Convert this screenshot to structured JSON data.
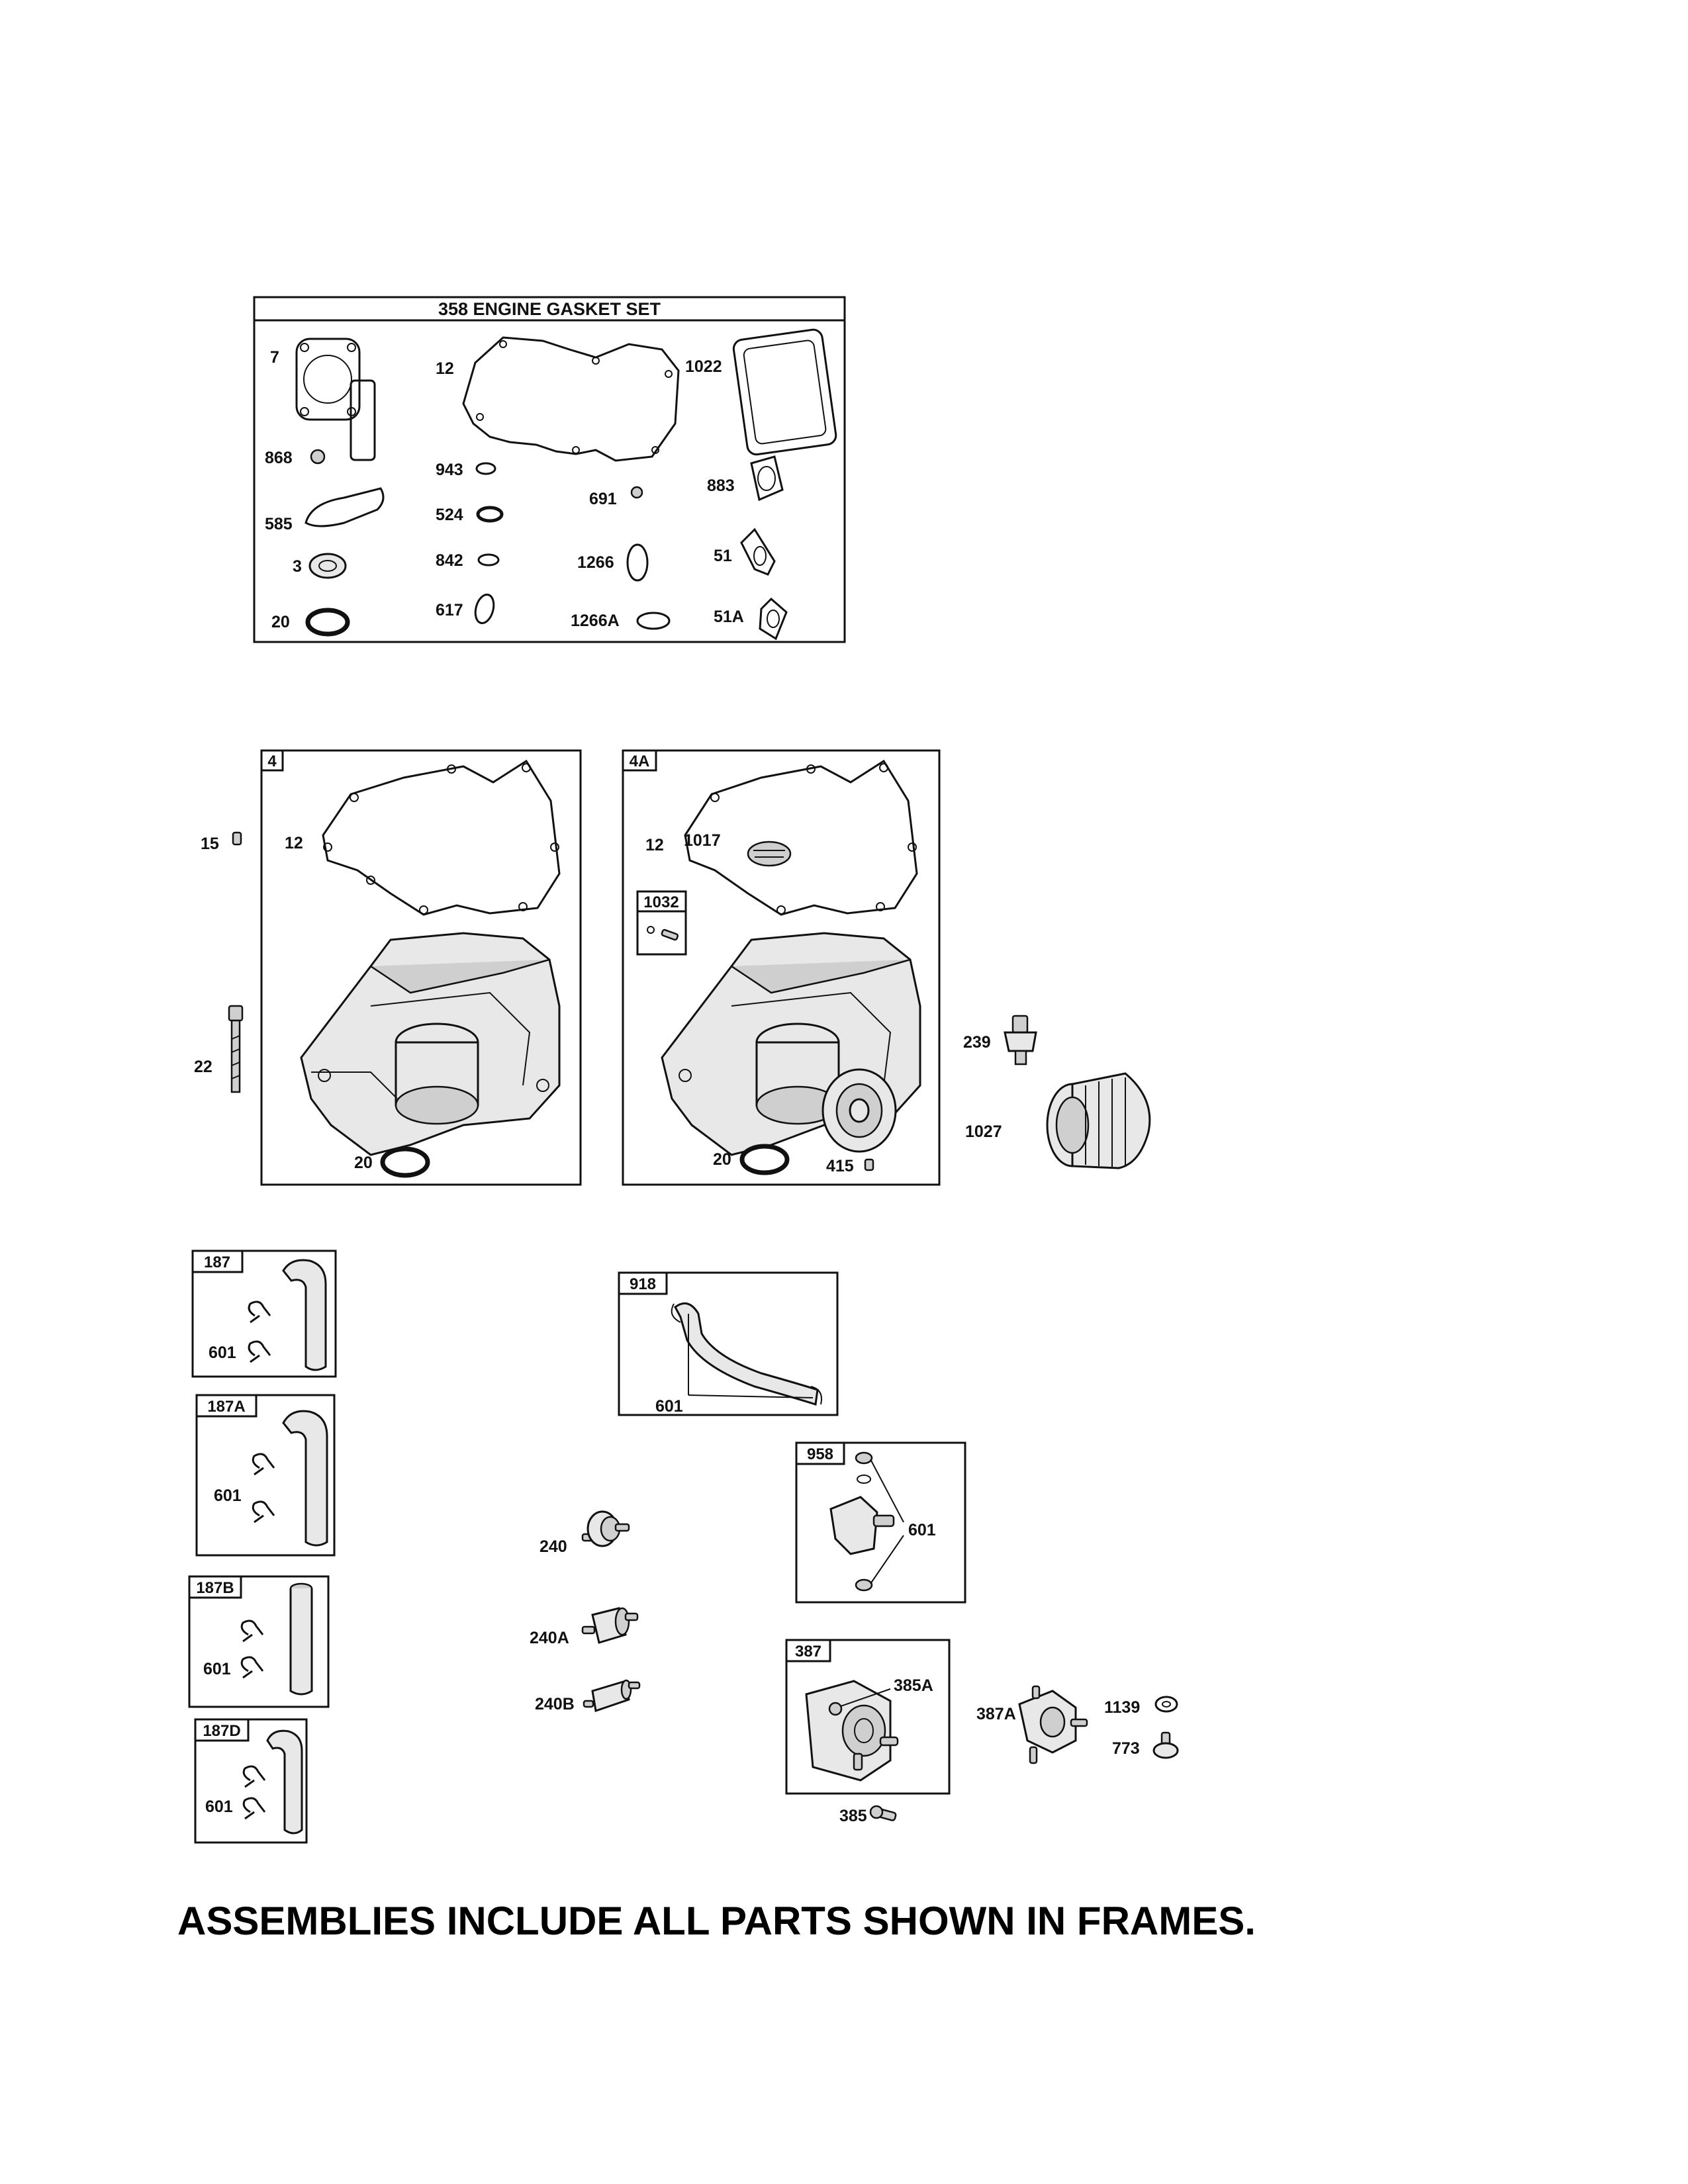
{
  "gasket_set": {
    "title": "358 ENGINE GASKET SET",
    "labels": [
      "7",
      "12",
      "1022",
      "868",
      "943",
      "883",
      "524",
      "691",
      "585",
      "842",
      "1266",
      "51",
      "3",
      "617",
      "1266A",
      "51A",
      "20"
    ]
  },
  "frame_4": {
    "tag": "4",
    "labels": [
      "12",
      "20"
    ]
  },
  "frame_4a": {
    "tag": "4A",
    "labels": [
      "12",
      "1017",
      "20",
      "415"
    ],
    "subframe": {
      "tag": "1032"
    }
  },
  "outside_labels": [
    "15",
    "22",
    "239",
    "1027",
    "240",
    "240A",
    "240B",
    "1139",
    "387A",
    "773",
    "385"
  ],
  "frame_187": {
    "tag": "187",
    "labels": [
      "601"
    ]
  },
  "frame_187a": {
    "tag": "187A",
    "labels": [
      "601"
    ]
  },
  "frame_187b": {
    "tag": "187B",
    "labels": [
      "601"
    ]
  },
  "frame_187d": {
    "tag": "187D",
    "labels": [
      "601"
    ]
  },
  "frame_918": {
    "tag": "918",
    "labels": [
      "601"
    ]
  },
  "frame_958": {
    "tag": "958",
    "labels": [
      "601"
    ]
  },
  "frame_387": {
    "tag": "387",
    "labels": [
      "385A"
    ]
  },
  "footer_note": "ASSEMBLIES INCLUDE ALL PARTS SHOWN IN FRAMES."
}
